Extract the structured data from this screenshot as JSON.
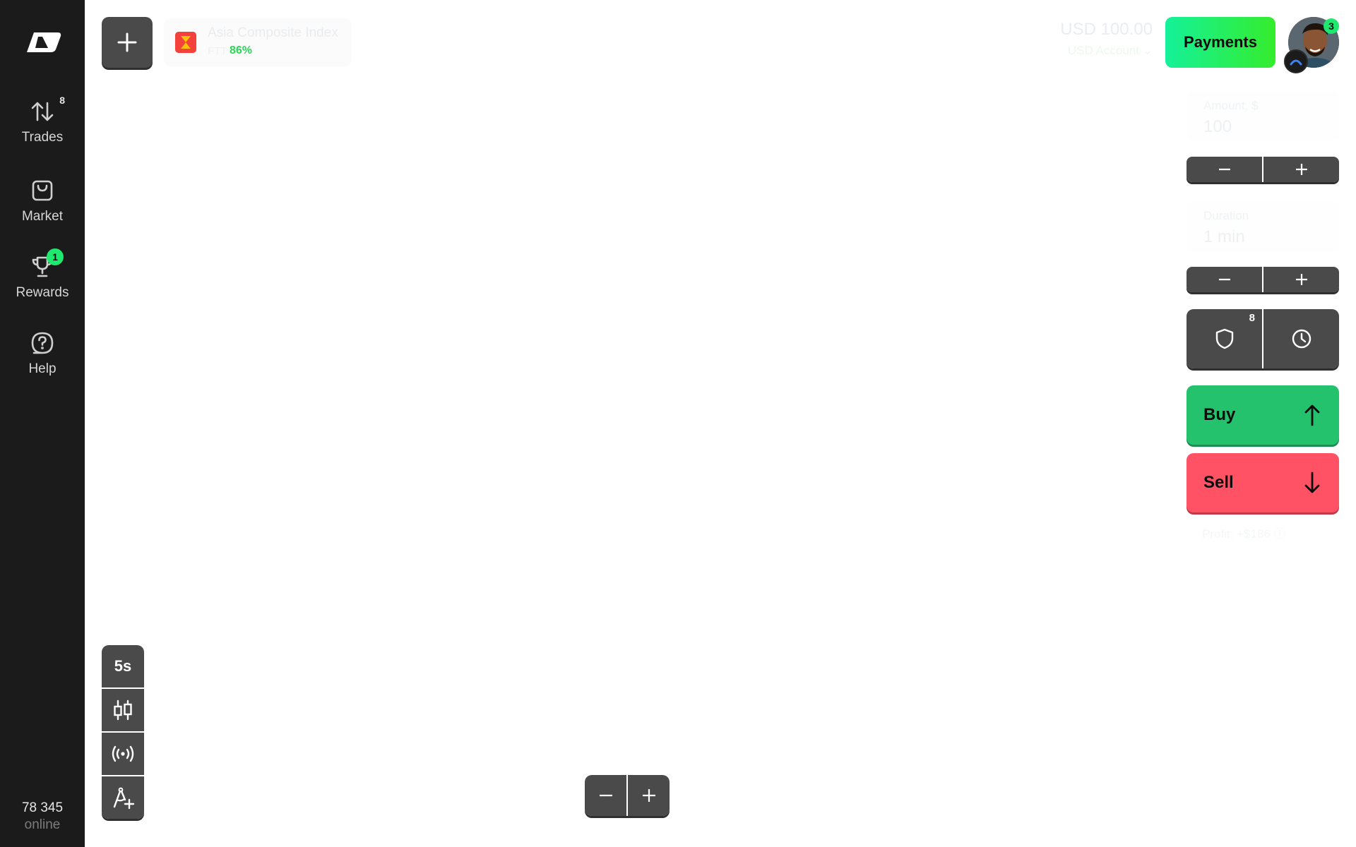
{
  "sidebar": {
    "logo": "logo-icon",
    "items": [
      {
        "label": "Trades",
        "icon": "arrows-up-down-icon",
        "badge": "8"
      },
      {
        "label": "Market",
        "icon": "shopping-bag-icon"
      },
      {
        "label": "Rewards",
        "icon": "trophy-icon",
        "badge": "1"
      },
      {
        "label": "Help",
        "icon": "help-circle-icon"
      }
    ],
    "online": {
      "count": "78 345",
      "label": "online"
    }
  },
  "header": {
    "asset": {
      "name": "Asia Composite Index",
      "type": "FTT",
      "payout": "86%"
    },
    "balance": {
      "amount": "USD 100.00",
      "account": "USD Account"
    },
    "payments_label": "Payments",
    "avatar_badge": "3"
  },
  "trade_panel": {
    "amount": {
      "label": "Amount, $",
      "value": "100"
    },
    "duration": {
      "label": "Duration",
      "value": "1 min"
    },
    "options_badge": "8",
    "buy_label": "Buy",
    "sell_label": "Sell",
    "profit": "Profit: +$186"
  },
  "chart_tools": {
    "timeframe": "5s"
  },
  "colors": {
    "sidebar_bg": "#1b1b1b",
    "button_bg": "#4a4a4a",
    "buy": "#25c26e",
    "sell": "#ff5365",
    "accent": "#1ee86d",
    "payments_gradient": [
      "#14f19a",
      "#35ec2c"
    ]
  }
}
